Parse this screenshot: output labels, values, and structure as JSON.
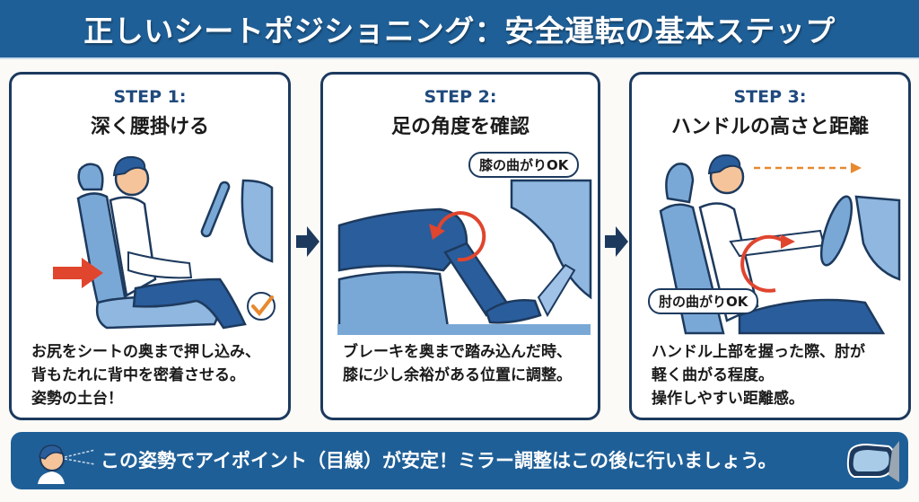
{
  "header": {
    "title": "正しいシートポジショニング：安全運転の基本ステップ"
  },
  "colors": {
    "primary": "#1f5f97",
    "border": "#1d3a5e",
    "step_label": "#1f4a7c",
    "accent_red": "#e0452e",
    "accent_orange": "#e8892e",
    "seat_blue": "#7aa8d6"
  },
  "steps": [
    {
      "label": "STEP 1:",
      "title": "深く腰掛ける",
      "description": [
        "お尻をシートの奥まで押し込み、",
        "背もたれに背中を密着させる。",
        "姿勢の土台！"
      ],
      "icons": [
        "push-arrow-icon",
        "checkmark-icon"
      ]
    },
    {
      "label": "STEP 2:",
      "title": "足の角度を確認",
      "bubble": "膝の曲がりOK",
      "description": [
        "ブレーキを奥まで踏み込んだ時、",
        "膝に少し余裕がある位置に調整。"
      ],
      "icons": [
        "rotate-arrow-icon"
      ]
    },
    {
      "label": "STEP 3:",
      "title": "ハンドルの高さと距離",
      "bubble": "肘の曲がりOK",
      "description": [
        "ハンドル上部を握った際、肘が",
        "軽く曲がる程度。",
        "操作しやすい距離感。"
      ],
      "icons": [
        "dashed-arrow-icon",
        "rotate-arrow-icon"
      ]
    }
  ],
  "footer": {
    "message": "この姿勢でアイポイント（目線）が安定！ミラー調整はこの後に行いましょう。",
    "icons": [
      "eye-line-person-icon",
      "side-mirror-icon"
    ]
  }
}
